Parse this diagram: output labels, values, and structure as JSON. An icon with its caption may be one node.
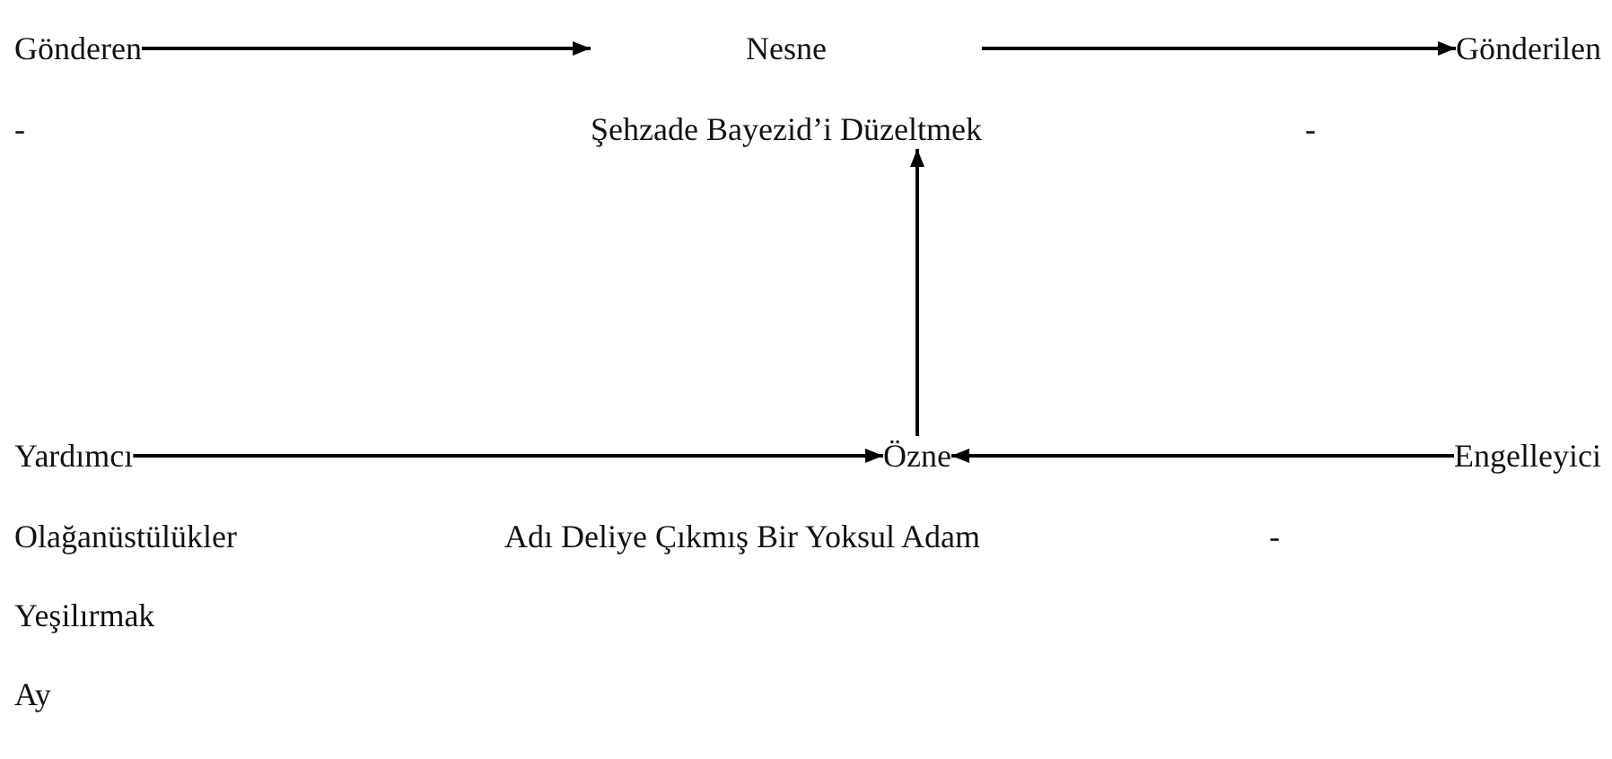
{
  "diagram": {
    "nodes": [
      {
        "text": [
          "Gönderen"
        ],
        "beside": [
          "-"
        ]
      },
      {
        "text": [
          "Nesne",
          "Şehzade Bayezid’i Düzeltmek"
        ]
      },
      {
        "text": [
          "Gönderilen"
        ]
      },
      {
        "text": [
          "Yardımcı"
        ],
        "beside": [
          "Olağanüstülükler",
          "Yeşilırmak",
          "Ay"
        ]
      },
      {
        "text": [
          "Özne"
        ],
        "beside": [
          "Adı Deliye Çıkmış Bir Yoksul Adam"
        ]
      },
      {
        "text": [
          "Engelleyici"
        ]
      }
    ],
    "edges": [
      {
        "from": 0,
        "to": 1,
        "arrow": "to"
      },
      {
        "from": 1,
        "to": 2,
        "arrow": "to"
      },
      {
        "from": 4,
        "to": 1,
        "arrow": "to"
      },
      {
        "from": 3,
        "to": 4,
        "arrow": "to"
      },
      {
        "from": 5,
        "to": 4,
        "arrow": "to"
      }
    ],
    "labels": [
      "-",
      "-"
    ]
  }
}
